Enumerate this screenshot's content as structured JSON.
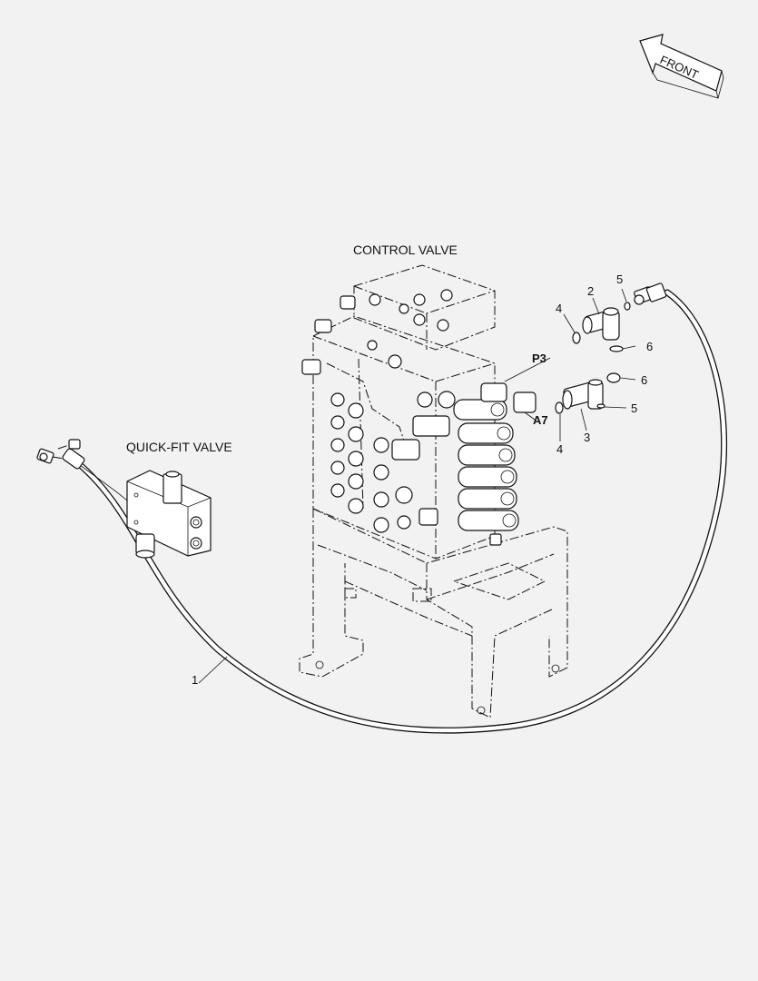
{
  "labels": {
    "control_valve": "CONTROL VALVE",
    "quick_fit_valve": "QUICK-FIT VALVE",
    "front": "FRONT",
    "port_p3": "P3",
    "port_a7": "A7"
  },
  "callouts": {
    "hose": "1",
    "elbow_upper": "2",
    "elbow_lower": "3",
    "oring_upper_4": "4",
    "oring_lower_4": "4",
    "oring_upper_5": "5",
    "oring_lower_5": "5",
    "oring_upper_6": "6",
    "oring_lower_6": "6"
  }
}
